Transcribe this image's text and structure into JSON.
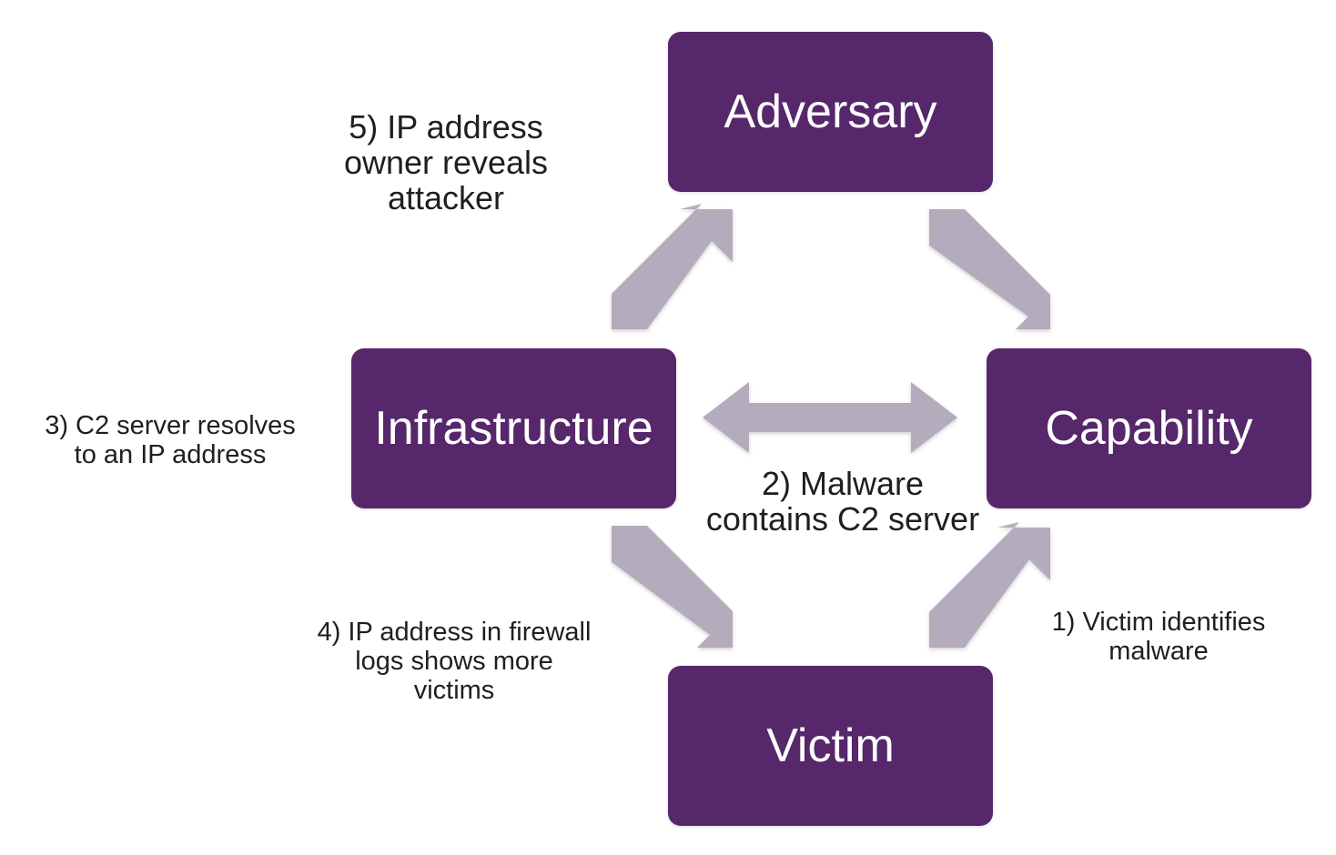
{
  "nodes": {
    "adversary": "Adversary",
    "infrastructure": "Infrastructure",
    "capability": "Capability",
    "victim": "Victim"
  },
  "notes": {
    "step5": "5) IP address\nowner reveals\nattacker",
    "step3": "3) C2 server resolves\nto an IP address",
    "step2": "2) Malware\ncontains C2 server",
    "step4": "4) IP address in firewall\nlogs shows more\nvictims",
    "step1": "1) Victim identifies\nmalware"
  },
  "colors": {
    "node_fill": "#56276a",
    "node_text": "#ffffff",
    "arrow_fill": "#b4abbd",
    "note_text": "#1f1f1f"
  }
}
